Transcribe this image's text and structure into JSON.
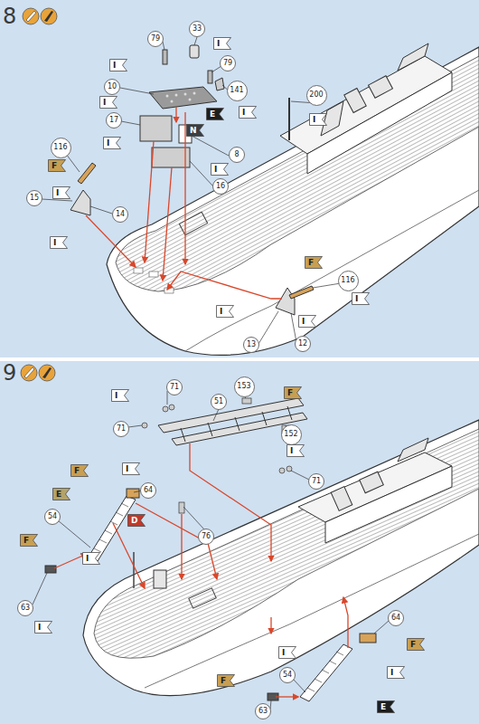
{
  "diagram": {
    "labels": [
      "8",
      "79",
      "33",
      "I",
      "79",
      "I",
      "10",
      "141",
      "I",
      "E",
      "I",
      "200",
      "I",
      "17",
      "N",
      "I",
      "8",
      "116",
      "F",
      "I",
      "16",
      "I",
      "15",
      "14",
      "I",
      "F",
      "116",
      "I",
      "I",
      "I",
      "13",
      "12",
      "9",
      "I",
      "71",
      "153",
      "F",
      "51",
      "71",
      "152",
      "I",
      "I",
      "F",
      "71",
      "64",
      "E",
      "54",
      "D",
      "76",
      "F",
      "I",
      "63",
      "I",
      "64",
      "F",
      "I",
      "I",
      "54",
      "F",
      "E",
      "63"
    ]
  }
}
